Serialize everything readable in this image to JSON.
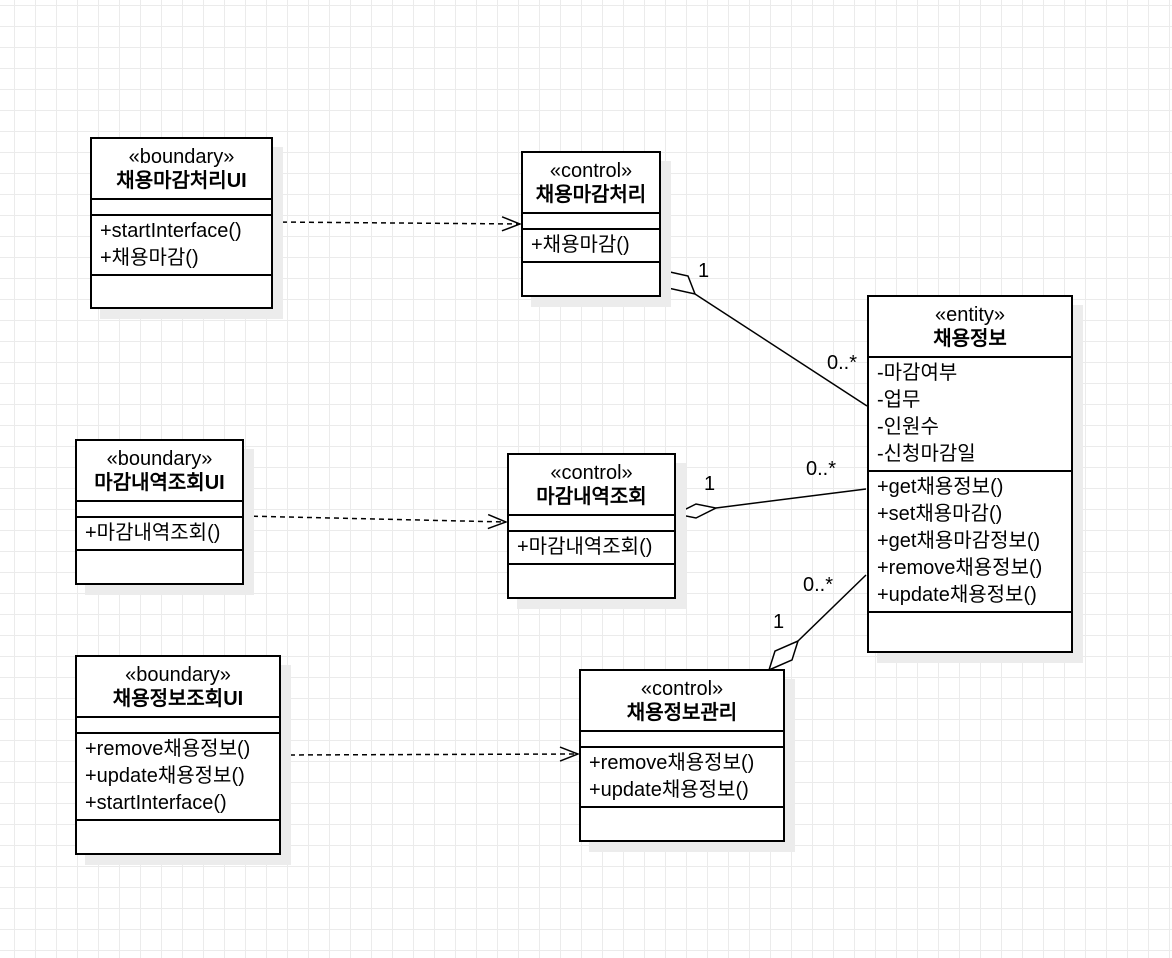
{
  "classes": {
    "boundary_close": {
      "stereotype": "«boundary»",
      "name": "채용마감처리UI",
      "operations": [
        "+startInterface()",
        "+채용마감()"
      ]
    },
    "control_close": {
      "stereotype": "«control»",
      "name": "채용마감처리",
      "operations": [
        "+채용마감()"
      ]
    },
    "entity_info": {
      "stereotype": "«entity»",
      "name": "채용정보",
      "attributes": [
        "-마감여부",
        "-업무",
        "-인원수",
        "-신청마감일"
      ],
      "operations": [
        "+get채용정보()",
        "+set채용마감()",
        "+get채용마감정보()",
        "+remove채용정보()",
        "+update채용정보()"
      ]
    },
    "boundary_history": {
      "stereotype": "«boundary»",
      "name": "마감내역조회UI",
      "operations": [
        "+마감내역조회()"
      ]
    },
    "control_history": {
      "stereotype": "«control»",
      "name": "마감내역조회",
      "operations": [
        "+마감내역조회()"
      ]
    },
    "boundary_info": {
      "stereotype": "«boundary»",
      "name": "채용정보조회UI",
      "operations": [
        "+remove채용정보()",
        "+update채용정보()",
        "+startInterface()"
      ]
    },
    "control_manage": {
      "stereotype": "«control»",
      "name": "채용정보관리",
      "operations": [
        "+remove채용정보()",
        "+update채용정보()"
      ]
    }
  },
  "relations": {
    "dependencies": [
      {
        "from": "채용마감처리UI",
        "to": "채용마감처리",
        "kind": "dependency"
      },
      {
        "from": "마감내역조회UI",
        "to": "마감내역조회",
        "kind": "dependency"
      },
      {
        "from": "채용정보조회UI",
        "to": "채용정보관리",
        "kind": "dependency"
      }
    ],
    "aggregations": [
      {
        "whole": "채용마감처리",
        "part": "채용정보",
        "whole_mult": "1",
        "part_mult": "0..*"
      },
      {
        "whole": "마감내역조회",
        "part": "채용정보",
        "whole_mult": "1",
        "part_mult": "0..*"
      },
      {
        "whole": "채용정보관리",
        "part": "채용정보",
        "whole_mult": "1",
        "part_mult": "0..*"
      }
    ]
  }
}
